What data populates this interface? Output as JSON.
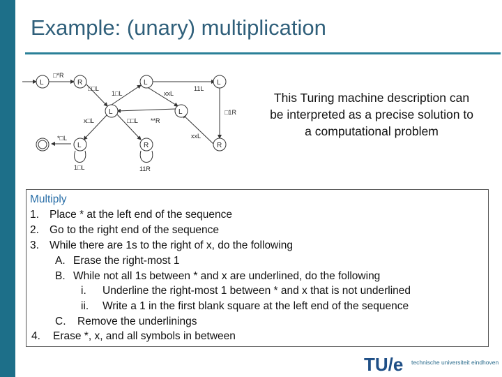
{
  "slide": {
    "title": "Example: (unary) multiplication",
    "description": "This Turing machine description can be interpreted as a precise solution to a computational problem"
  },
  "diagram": {
    "states": [
      "L",
      "R",
      "L",
      "L",
      "L",
      "L",
      "R",
      "L",
      "R"
    ],
    "transitions": [
      "□*R",
      "□□L",
      "1□L",
      "xxL",
      "11L",
      "□□L",
      "**R",
      "□1R",
      "x□L",
      "xxL",
      "*□L",
      "1□L",
      "11R"
    ]
  },
  "algorithm": {
    "heading": "Multiply",
    "steps": [
      {
        "num": "1.",
        "text": "Place * at the left end of the sequence"
      },
      {
        "num": "2.",
        "text": "Go to the right end of the sequence"
      },
      {
        "num": "3.",
        "text": "While there are 1s to the right of x, do the following"
      },
      {
        "num": "A.",
        "text": "Erase the right-most 1"
      },
      {
        "num": "B.",
        "text": "While not all 1s between * and x are underlined, do the following"
      },
      {
        "num": "i.",
        "text": "Underline the right-most 1 between * and x that is not underlined"
      },
      {
        "num": "ii.",
        "text": "Write a 1 in the first blank square at the left end of the sequence"
      },
      {
        "num": "C.",
        "text": "Remove the underlinings"
      },
      {
        "num": "4.",
        "text": "Erase *, x, and all symbols in between"
      }
    ]
  },
  "footer": {
    "logo_mark": "TU/e",
    "logo_text": "technische universiteit eindhoven"
  },
  "colors": {
    "accent": "#1d6f89",
    "title": "#2f5f7a",
    "heading": "#2a6fa8"
  }
}
